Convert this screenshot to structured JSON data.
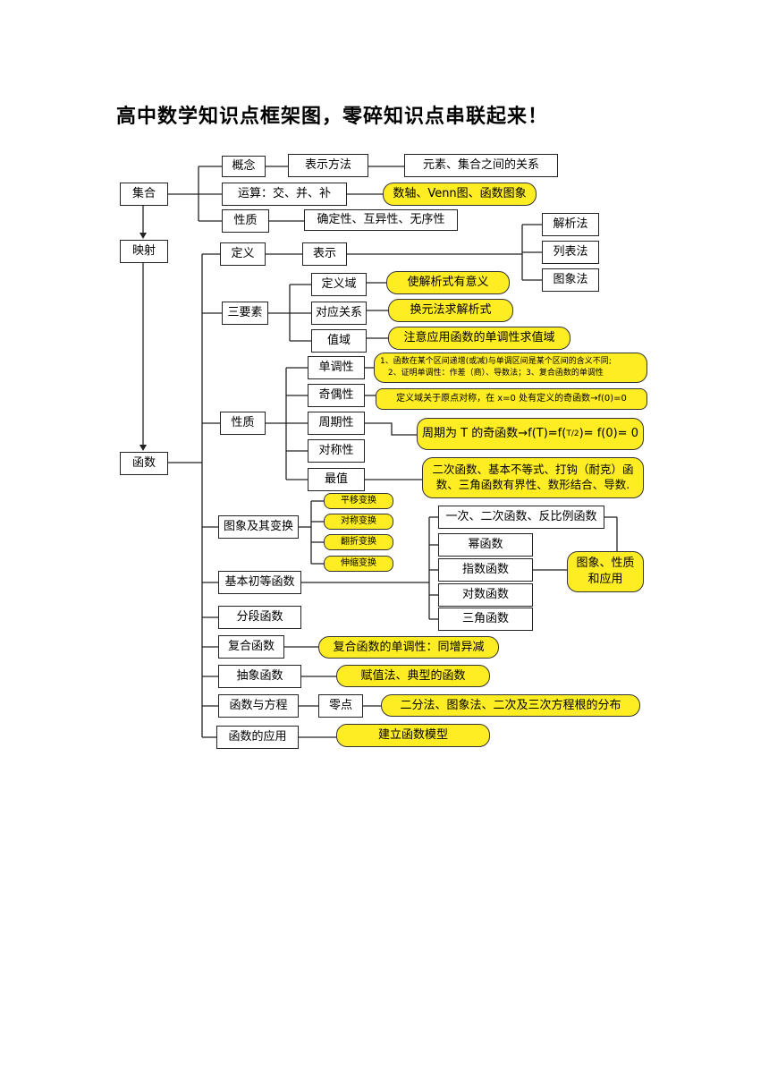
{
  "title": "高中数学知识点框架图，零碎知识点串联起来！",
  "nodes": {
    "jihe": "集合",
    "yingshe": "映射",
    "hanshu": "函数",
    "gainian": "概念",
    "biaoshi_fangfa": "表示方法",
    "yuansu": "元素、集合之间的关系",
    "yunsuan": "运算：交、并、补",
    "shuzhou": "数轴、Venn图、函数图象",
    "xingzhi_set": "性质",
    "queding": "确定性、互异性、无序性",
    "dingyi": "定义",
    "biaoshi": "表示",
    "jiexifa": "解析法",
    "liebiaofa": "列表法",
    "tuxiangfa": "图象法",
    "sanyaosu": "三要素",
    "dingyiyu": "定义域",
    "dingyiyu_note": "使解析式有意义",
    "duiying": "对应关系",
    "duiying_note": "换元法求解析式",
    "zhiyu": "值域",
    "zhiyu_note": "注意应用函数的单调性求值域",
    "xingzhi": "性质",
    "dandiao": "单调性",
    "dandiao_note1": "1、函数在某个区间递增(或减)与单调区间是某个区间的含义不同;",
    "dandiao_note2": "2、证明单调性：作差（商）、导数法；3、复合函数的单调性",
    "jiou": "奇偶性",
    "jiou_note": "定义域关于原点对称，在 x=0 处有定义的奇函数→f(0)=0",
    "zhouqi": "周期性",
    "zhouqi_note_pre": "周期为 T 的奇函数→f(T)=f(",
    "zhouqi_frac": "T/2",
    "zhouqi_note_post": ")= f(0)= 0",
    "duichen": "对称性",
    "zuizhi": "最值",
    "zuizhi_note1": "二次函数、基本不等式、打钩（耐克）函",
    "zuizhi_note2": "数、三角函数有界性、数形结合、导数.",
    "tuxiang_bianhuan": "图象及其变换",
    "pingyi": "平移变换",
    "duichen_bh": "对称变换",
    "fanzhe": "翻折变换",
    "shensuo": "伸缩变换",
    "jiben": "基本初等函数",
    "yici": "一次、二次函数、反比例函数",
    "mi": "幂函数",
    "zhishu": "指数函数",
    "duishu": "对数函数",
    "sanjiao": "三角函数",
    "tuxiang_note1": "图象、性质",
    "tuxiang_note2": "和应用",
    "fenduan": "分段函数",
    "fuhe": "复合函数",
    "fuhe_note": "复合函数的单调性：同增异减",
    "chouxiang": "抽象函数",
    "chouxiang_note": "赋值法、典型的函数",
    "fangcheng": "函数与方程",
    "lingdian": "零点",
    "lingdian_note": "二分法、图象法、二次及三次方程根的分布",
    "yingyong": "函数的应用",
    "yingyong_note": "建立函数模型"
  },
  "colors": {
    "note_fill": "#ffed24",
    "border": "#222222"
  }
}
